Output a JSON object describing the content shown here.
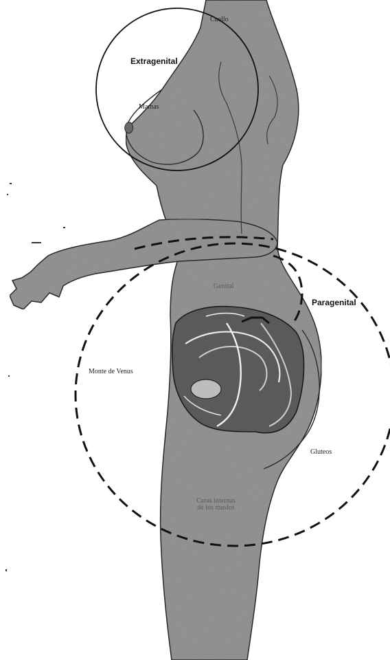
{
  "zones": {
    "extragenital": "Extragenital",
    "genital": "Genital",
    "paragenital": "Paragenital"
  },
  "parts": {
    "cuello": "Cuello",
    "mamas": "Mamas",
    "monte_de_venus": "Monte de Venus",
    "gluteos": "Gluteos",
    "caras_internas_line1": "Caras internas",
    "caras_internas_line2": "de los muslos"
  },
  "colors": {
    "figure_fill": "#9a9a9a",
    "figure_outline": "#2a2a2a",
    "circle_stroke": "#111111",
    "background": "#ffffff"
  }
}
